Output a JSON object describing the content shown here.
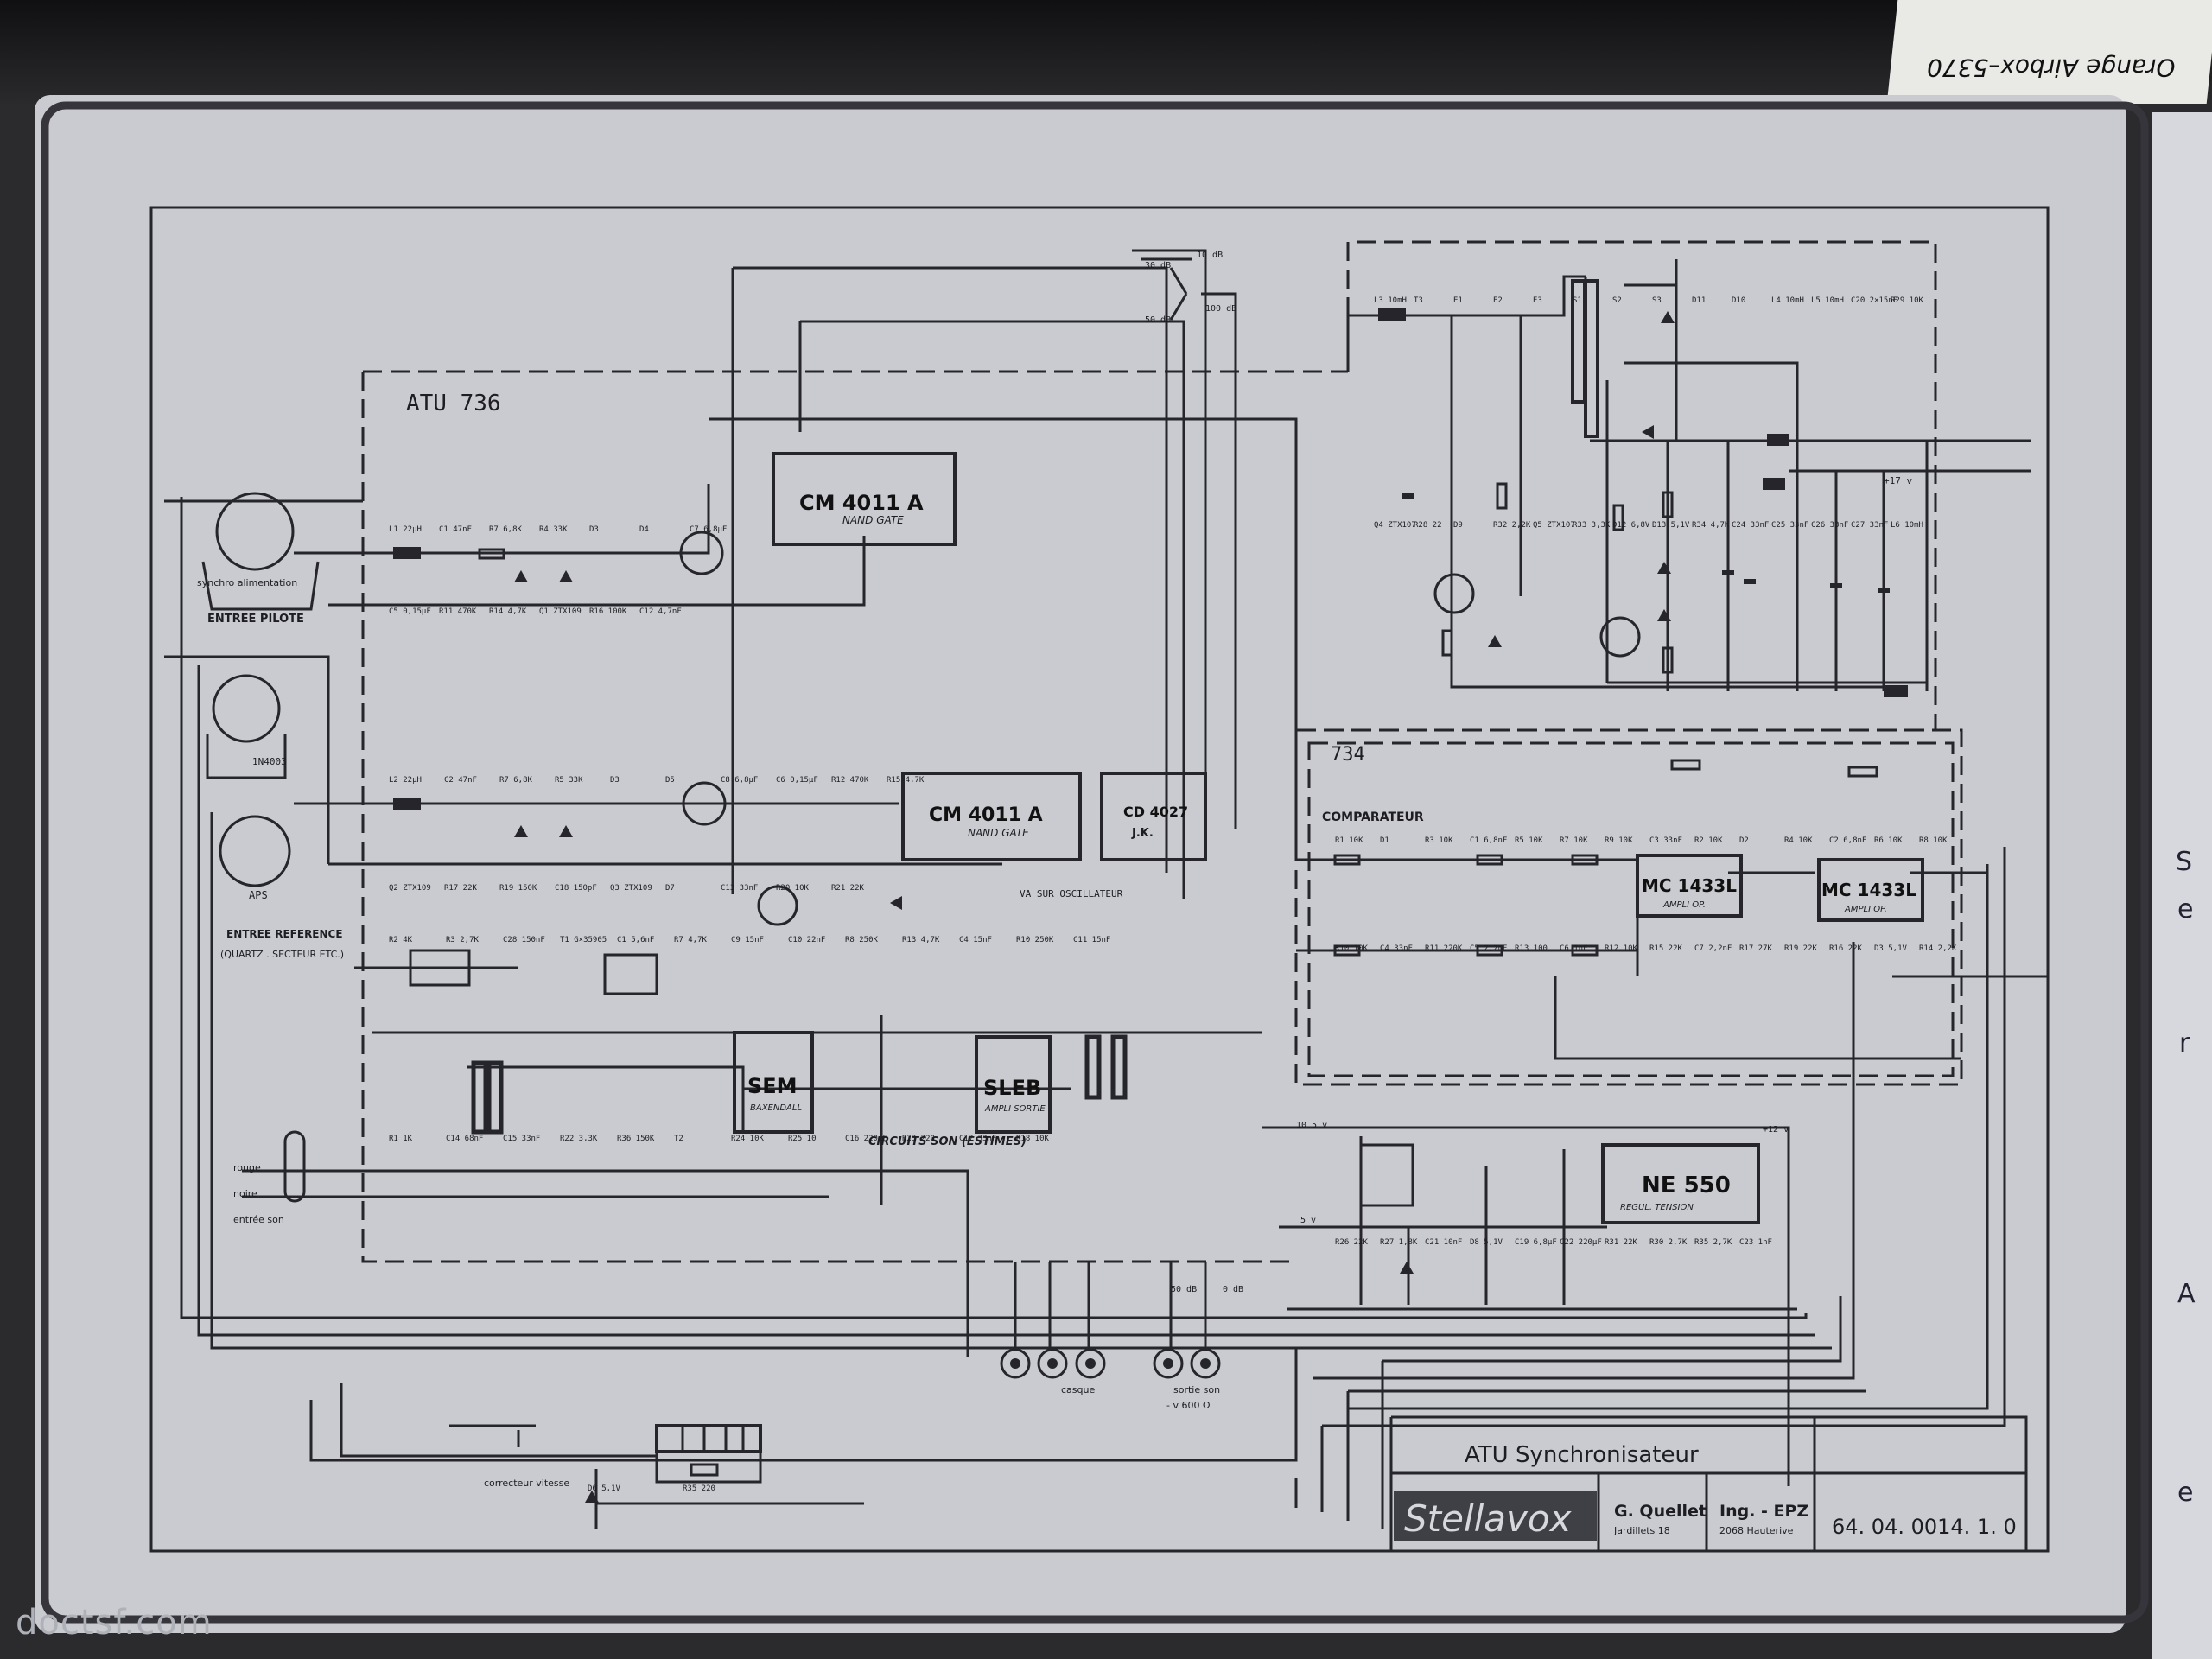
{
  "sticker": {
    "text": "Orange Airbox–5370"
  },
  "watermark": "doctsf.com",
  "page_edge_letters": [
    "S",
    "e",
    "r",
    "A",
    "e"
  ],
  "diagram": {
    "atu_label": "ATU 736",
    "sub_label": "734",
    "comparator_label": "COMPARATEUR",
    "ic_cm4011a_top": "CM 4011 A",
    "ic_cm4011a_top_sub": "NAND GATE",
    "ic_cm4011a_bottom": "CM 4011 A",
    "ic_cm4011a_bottom_sub": "NAND GATE",
    "ic_cd4027": "CD 4027",
    "ic_cd4027_sub": "J.K.",
    "ic_mc1433_left": "MC 1433L",
    "ic_mc1433_left_sub": "AMPLI OP.",
    "ic_mc1433_right": "MC 1433L",
    "ic_mc1433_right_sub": "AMPLI OP.",
    "ic_sem": "SEM",
    "ic_sem_sub": "BAXENDALL",
    "ic_sleb": "SLEB",
    "ic_sleb_sub": "AMPLI SORTIE",
    "ic_ne550": "NE 550",
    "ic_ne550_sub": "REGUL. TENSION",
    "entree_pilote": "ENTREE PILOTE",
    "synchro_alim": "synchro alimentation",
    "entree_reference": "ENTREE REFERENCE",
    "entree_reference_sub": "(QUARTZ . SECTEUR ETC.)",
    "aps": "APS",
    "diode_1n4003": "1N4003",
    "va_oscillateur": "VA SUR OSCILLATEUR",
    "circuits_son": "CIRCUITS SON (ESTIMES)",
    "rouge": "rouge",
    "noire": "noire",
    "entree_son": "entrée son",
    "casque": "casque",
    "sortie_son": "sortie son",
    "sortie_son_sub": "- v 600 Ω",
    "correcteur_vitesse": "correcteur vitesse",
    "sw_30": "30 dB",
    "sw_10": "10 dB",
    "sw_50": "50 dB",
    "sw_100": "100 dB",
    "sw_bottom_50": "50 dB",
    "sw_bottom_0": "0 dB",
    "rail_17": "+17 v",
    "rail_12": "+12 v",
    "rail_105": "10.5 v",
    "rail_5": "5 v",
    "components_left": [
      "L1 22µH",
      "C1 47nF",
      "R7 6,8K",
      "R4 33K",
      "D3",
      "D4",
      "C7 6,8µF",
      "C5 0,15µF",
      "R11 470K",
      "R14 4,7K",
      "Q1 ZTX109",
      "R16 100K",
      "C12 4,7nF"
    ],
    "components_mid": [
      "L2 22µH",
      "C2 47nF",
      "R7 6,8K",
      "R5 33K",
      "D3",
      "D5",
      "C8 6,8µF",
      "C6 0,15µF",
      "R12 470K",
      "R15 4,7K",
      "Q2 ZTX109",
      "R17 22K",
      "R19 150K",
      "C18 150pF",
      "Q3 ZTX109",
      "D7",
      "C13 33nF",
      "R20 10K",
      "R21 22K"
    ],
    "components_audio": [
      "R2 4K",
      "R3 2,7K",
      "C28 150nF",
      "T1 G×35905",
      "C1 5,6nF",
      "R7 4,7K",
      "C9 15nF",
      "C10 22nF",
      "R8 250K",
      "R13 4,7K",
      "C4 15nF",
      "R10 250K",
      "C11 15nF",
      "R1 1K",
      "C14 68nF",
      "C15 33nF",
      "R22 3,3K",
      "R36 150K",
      "T2",
      "R24 10K",
      "R25 10",
      "C16 220µF",
      "R23 220",
      "C17 33nF",
      "R18 10K"
    ],
    "components_supply": [
      "L3 10mH",
      "T3",
      "E1",
      "E2",
      "E3",
      "S1",
      "S2",
      "S3",
      "D11",
      "D10",
      "L4 10mH",
      "L5 10mH",
      "C20 2×15nF",
      "R29 10K",
      "Q4 ZTX107",
      "R28 22",
      "D9",
      "R32 2,2K",
      "Q5 ZTX107",
      "R33 3,3K",
      "D12 6,8V",
      "D13 5,1V",
      "R34 4,7K",
      "C24 33nF",
      "C25 33nF",
      "C26 33nF",
      "C27 33nF",
      "L6 10mH"
    ],
    "components_comparator": [
      "R1 10K",
      "D1",
      "R3 10K",
      "C1 6,8nF",
      "R5 10K",
      "R7 10K",
      "R9 10K",
      "C3 33nF",
      "R2 10K",
      "D2",
      "R4 10K",
      "C2 6,8nF",
      "R6 10K",
      "R8 10K",
      "R10 10K",
      "C4 33nF",
      "R11 220K",
      "C5 2,2nF",
      "R13 100",
      "C6 1nF",
      "R12 10K",
      "R15 22K",
      "C7 2,2nF",
      "R17 27K",
      "R19 22K",
      "R16 22K",
      "D3 5,1V",
      "R14 2,2K"
    ],
    "components_regul": [
      "R26 22K",
      "R27 1,8K",
      "C21 10nF",
      "D8 5,1V",
      "C19 6,8µF",
      "C22 220µF",
      "R31 22K",
      "R30 2,7K",
      "R35 2,7K",
      "C23 1nF"
    ],
    "components_bottom": [
      "R35 220",
      "D6 5,1V"
    ]
  },
  "title_block": {
    "title": "ATU  Synchronisateur",
    "brand": "Stellavox",
    "author": "G. Quellet",
    "author_addr": "Jardillets 18",
    "role": "Ing. - EPZ",
    "role_addr": "2068 Hauterive",
    "number": "64. 04. 0014. 1. 0"
  }
}
